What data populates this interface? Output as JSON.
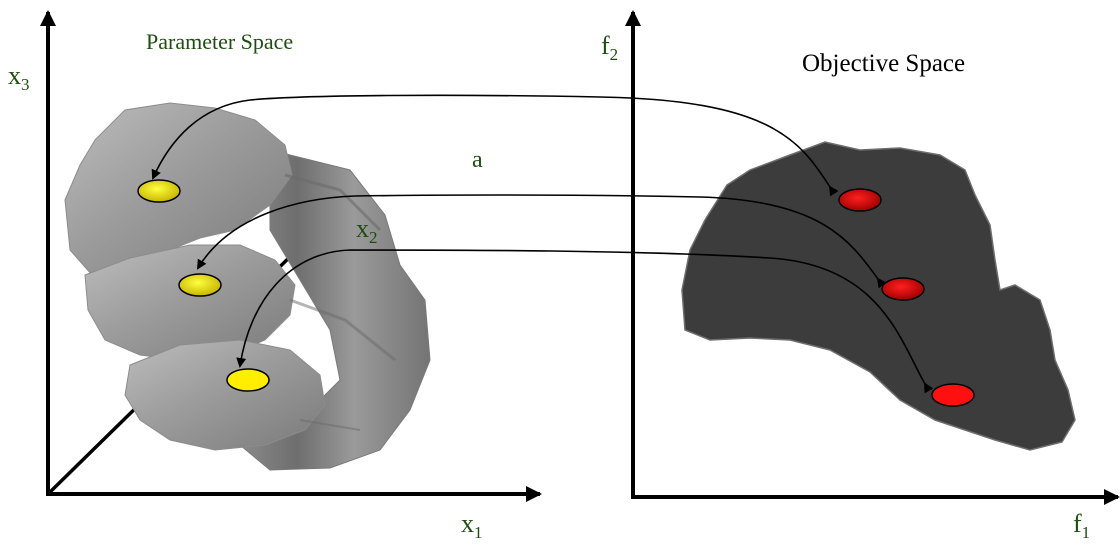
{
  "parameter_space": {
    "title": "Parameter Space",
    "axes": {
      "x1": {
        "base": "x",
        "sub": "1"
      },
      "x2": {
        "base": "x",
        "sub": "2"
      },
      "x3": {
        "base": "x",
        "sub": "3"
      }
    },
    "point_color": "#e8d000"
  },
  "objective_space": {
    "title": "Objective Space",
    "axes": {
      "f1": {
        "base": "f",
        "sub": "1"
      },
      "f2": {
        "base": "f",
        "sub": "2"
      }
    },
    "point_color": "#e00000"
  },
  "mapping_label": "a",
  "colors": {
    "label_green": "#1f4d0f",
    "parameter_region": "#9a9a9a",
    "objective_region": "#3c3c3c"
  }
}
